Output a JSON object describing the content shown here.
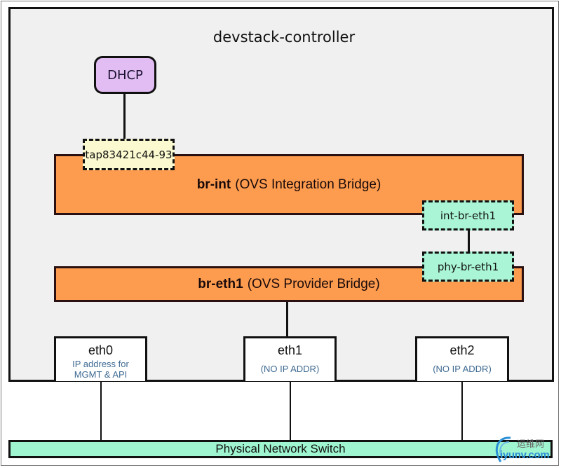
{
  "host": {
    "title": "devstack-controller"
  },
  "dhcp": {
    "label": "DHCP",
    "color": "#e2bdf3"
  },
  "ports": {
    "tap": {
      "label": "tap83421c44-93",
      "color": "#fbf9cf"
    },
    "int_br_eth1": {
      "label": "int-br-eth1",
      "color": "#aaf5d6"
    },
    "phy_br_eth1": {
      "label": "phy-br-eth1",
      "color": "#aaf5d6"
    }
  },
  "bridges": {
    "br_int": {
      "name": "br-int",
      "description": "(OVS Integration Bridge)",
      "color": "#fd9c4f"
    },
    "br_eth1": {
      "name": "br-eth1",
      "description": "(OVS Provider Bridge)",
      "color": "#fd9c4f"
    }
  },
  "nics": [
    {
      "name": "eth0",
      "sub_line1": "IP address for",
      "sub_line2": "MGMT & API"
    },
    {
      "name": "eth1",
      "sub": "(NO IP ADDR)"
    },
    {
      "name": "eth2",
      "sub": "(NO IP ADDR)"
    }
  ],
  "switch": {
    "label": "Physical Network Switch",
    "color": "#9ff5cf"
  },
  "watermark": {
    "text_cn": "运维网",
    "text_en": "iyunv.com"
  }
}
